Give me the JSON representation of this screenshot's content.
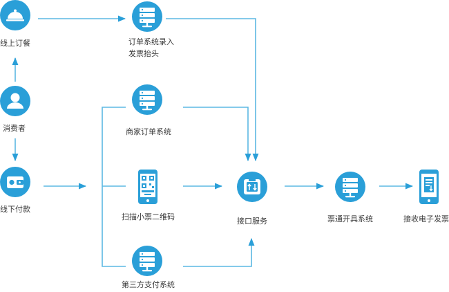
{
  "colors": {
    "accent": "#2a9fd8",
    "line": "#5bb8e3",
    "text": "#3a3a3a"
  },
  "nodes": {
    "online_order": {
      "label": "线上订餐",
      "icon": "cloche-icon"
    },
    "consumer": {
      "label": "消费者",
      "icon": "user-icon"
    },
    "offline_pay": {
      "label": "线下付款",
      "icon": "wallet-icon"
    },
    "order_entry": {
      "label_line1": "订单系统录入",
      "label_line2": "发票抬头",
      "icon": "server-icon"
    },
    "merchant_order": {
      "label": "商家订单系统",
      "icon": "server-icon"
    },
    "scan_qr": {
      "label": "扫描小票二维码",
      "icon": "qr-phone-icon"
    },
    "third_pay": {
      "label": "第三方支付系统",
      "icon": "server-icon"
    },
    "interface": {
      "label": "接口服务",
      "icon": "interface-icon"
    },
    "ticket_system": {
      "label": "票通开具系统",
      "icon": "server-icon"
    },
    "receive_invoice": {
      "label": "接收电子发票",
      "icon": "phone-invoice-icon"
    }
  }
}
